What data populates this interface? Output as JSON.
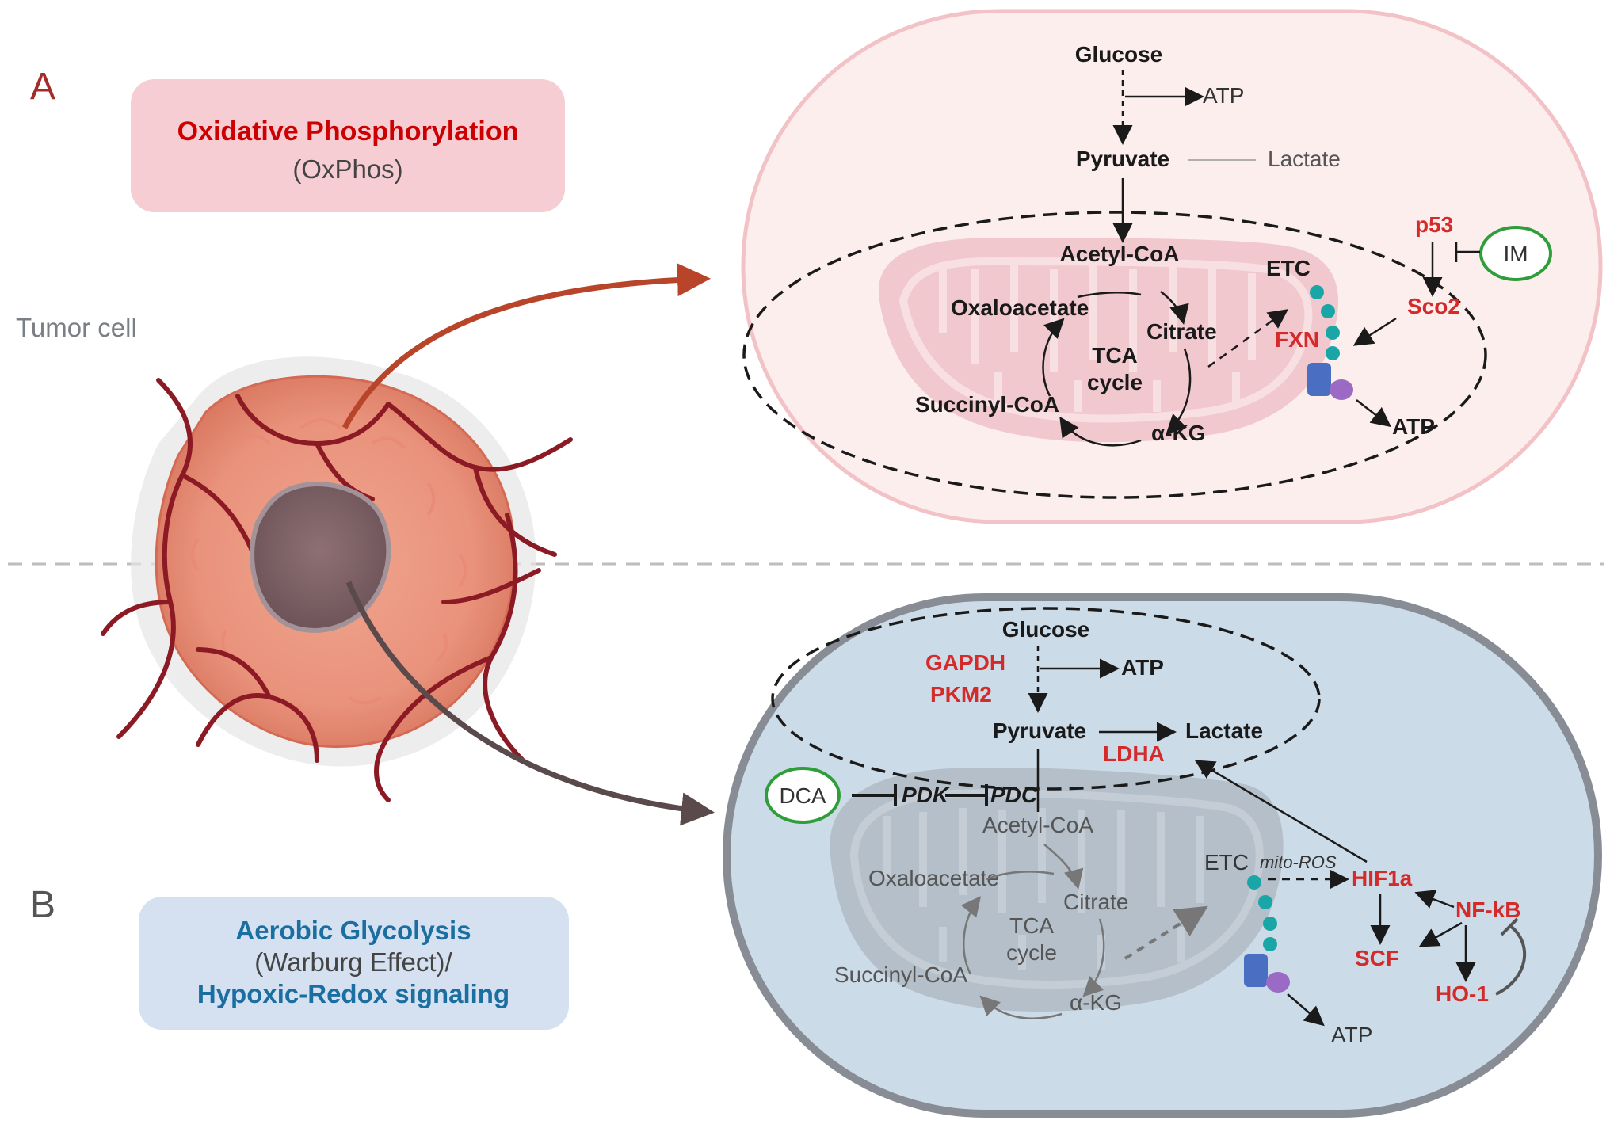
{
  "panels": {
    "a": {
      "letter": "A",
      "title": "Oxidative Phosphorylation",
      "subtitle": "(OxPhos)",
      "labels": {
        "glucose": "Glucose",
        "atp_top": "ATP",
        "pyruvate": "Pyruvate",
        "lactate": "Lactate",
        "acetyl_coa": "Acetyl-CoA",
        "oxaloacetate": "Oxaloacetate",
        "citrate": "Citrate",
        "tca1": "TCA",
        "tca2": "cycle",
        "succinyl_coa": "Succinyl-CoA",
        "akg": "α-KG",
        "etc": "ETC",
        "fxn": "FXN",
        "p53": "p53",
        "sco2": "Sco2",
        "im": "IM",
        "atp_bottom": "ATP"
      }
    },
    "b": {
      "letter": "B",
      "title_line1": "Aerobic Glycolysis",
      "title_line2": "(Warburg Effect)/",
      "title_line3": "Hypoxic-Redox signaling",
      "labels": {
        "glucose": "Glucose",
        "gapdh": "GAPDH",
        "pkm2": "PKM2",
        "atp_top": "ATP",
        "pyruvate": "Pyruvate",
        "lactate": "Lactate",
        "ldha": "LDHA",
        "dca": "DCA",
        "pdk": "PDK",
        "pdc": "PDC",
        "acetyl_coa": "Acetyl-CoA",
        "oxaloacetate": "Oxaloacetate",
        "citrate": "Citrate",
        "tca1": "TCA",
        "tca2": "cycle",
        "succinyl_coa": "Succinyl-CoA",
        "akg": "α-KG",
        "etc": "ETC",
        "mito_ros": "mito-ROS",
        "hif1a": "HIF1a",
        "nfkb": "NF-kB",
        "scf": "SCF",
        "ho1": "HO-1",
        "atp_bottom": "ATP"
      }
    }
  },
  "tumor_label": "Tumor cell",
  "colors": {
    "red_text": "#d42a2a",
    "dark_red_title": "#cc0000",
    "blue_title": "#1a6fa0",
    "box_a_fill": "#f5cdd3",
    "box_b_fill": "#d5e1f1",
    "cell_a_fill": "#fdeeee",
    "cell_a_border": "#f2c2c6",
    "cell_b_fill": "#ccdbe8",
    "cell_b_border": "#888d95",
    "green_circle": "#2f9e3a",
    "etc_dots": "#1aa6a6"
  }
}
